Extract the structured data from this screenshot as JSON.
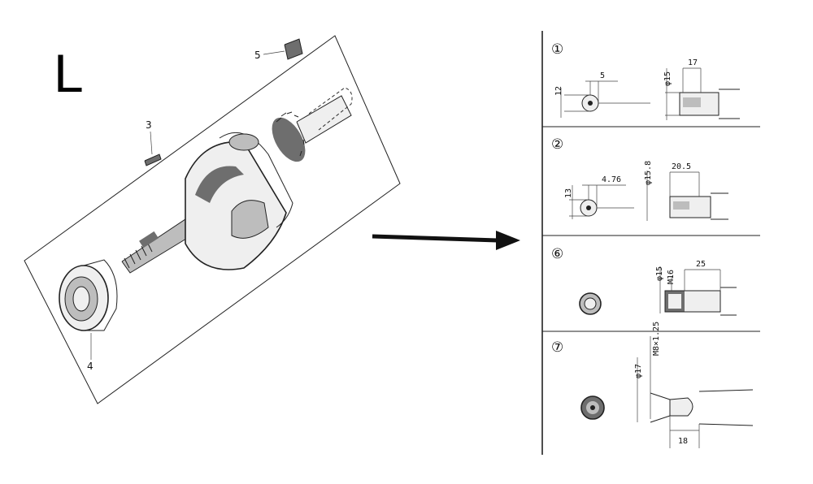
{
  "diagram": {
    "section_letter": "L",
    "part_callouts": [
      "3",
      "4",
      "5"
    ],
    "details": [
      {
        "index": "①",
        "dims": [
          "12",
          "5",
          "φ15",
          "17"
        ]
      },
      {
        "index": "②",
        "dims": [
          "13",
          "4.76",
          "φ15.8",
          "20.5"
        ]
      },
      {
        "index": "⑥",
        "dims": [
          "φ15",
          "M16",
          "25"
        ]
      },
      {
        "index": "⑦",
        "dims": [
          "φ17",
          "M8×1.25",
          "18"
        ]
      }
    ]
  }
}
